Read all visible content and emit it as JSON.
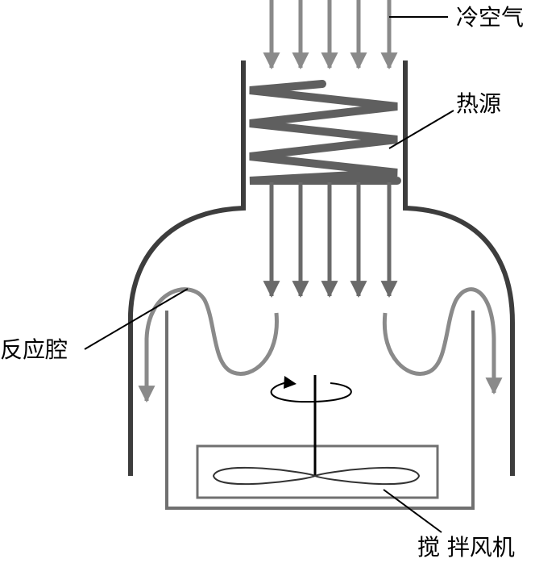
{
  "labels": {
    "cold_air": "冷空气",
    "heat_source": "热源",
    "reaction_chamber": "反应腔",
    "stirring_fan": "搅 拌风机"
  },
  "colors": {
    "wall": "#3d3d3d",
    "arrow": "#8a8a8a",
    "coil": "#6a6a6a",
    "inner": "#707070",
    "leader": "#000000"
  }
}
